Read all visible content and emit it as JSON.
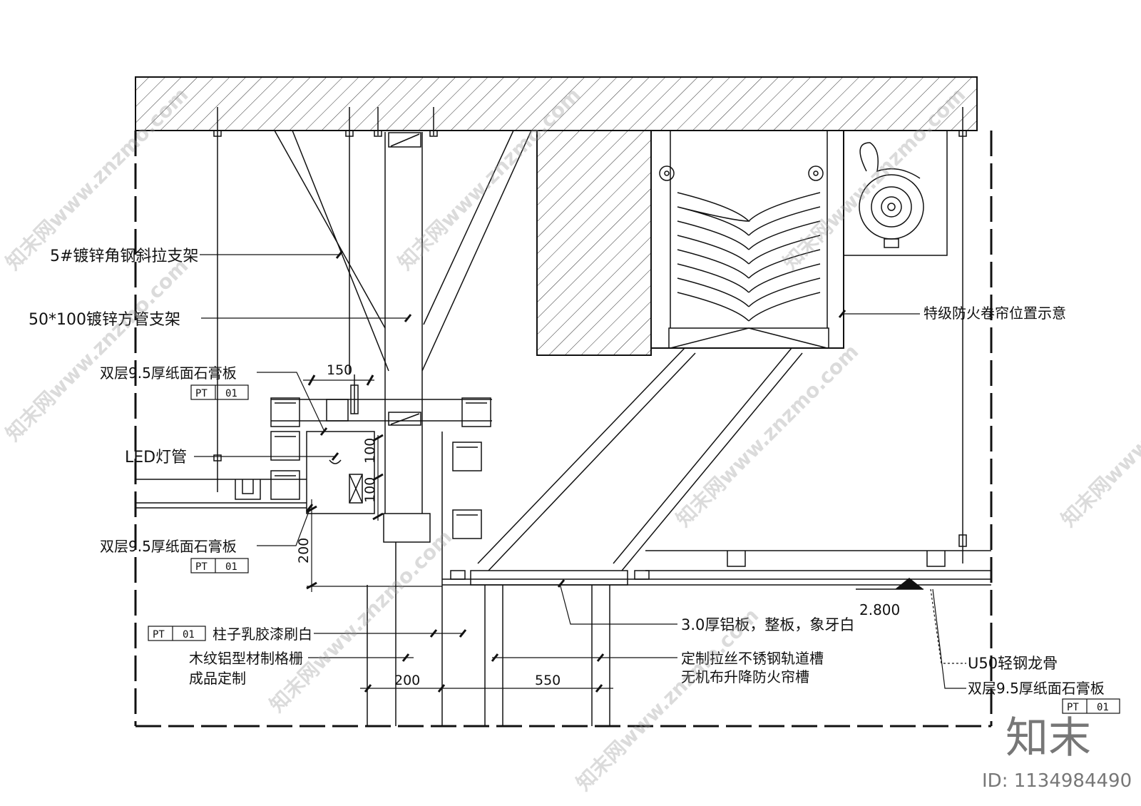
{
  "labels": {
    "angle_brace": "5#镀锌角钢斜拉支架",
    "square_tube": "50*100镀锌方管支架",
    "gypsum_upper": "双层9.5厚纸面石膏板",
    "led": "LED灯管",
    "gypsum_lower": "双层9.5厚纸面石膏板",
    "column_paint": "柱子乳胶漆刷白",
    "grille_line1": "木纹铝型材制格栅",
    "grille_line2": "成品定制",
    "fire_shutter": "特级防火卷帘位置示意",
    "aluminum_panel": "3.0厚铝板，整板，象牙白",
    "track_line1": "定制拉丝不锈钢轨道槽",
    "track_line2": "无机布升降防火帘槽",
    "keel": "U50轻钢龙骨",
    "gypsum_right": "双层9.5厚纸面石膏板"
  },
  "tags": {
    "pt_code": "PT",
    "pt_number": "01"
  },
  "dimensions": {
    "d150": "150",
    "d100a": "100",
    "d100b": "100",
    "d200v": "200",
    "d200h": "200",
    "d550": "550",
    "elevation": "2.800"
  },
  "branding": {
    "logo": "知末",
    "id": "ID: 1134984490",
    "watermark": "知末网www.znzmo.com"
  },
  "colors": {
    "line": "#111111",
    "hatch": "#333333",
    "watermark": "#9a9a9a"
  }
}
